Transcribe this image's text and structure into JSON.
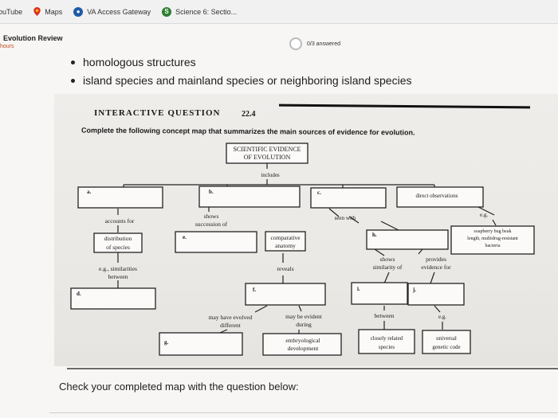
{
  "bookmarks": [
    {
      "label": "ouTube",
      "icon": "youtube-icon"
    },
    {
      "label": "Maps",
      "icon": "map-pin-icon"
    },
    {
      "label": "VA Access Gateway",
      "icon": "lock-icon"
    },
    {
      "label": "Science 6: Sectio...",
      "icon": "s-badge-icon"
    }
  ],
  "header": {
    "title": "Evolution Review",
    "subtitle": "hours",
    "progress": "0/3 answered"
  },
  "bullets": [
    "homologous structures",
    "island species and mainland species or neighboring island species"
  ],
  "question": {
    "heading": "INTERACTIVE QUESTION",
    "number": "22.4",
    "instruction": "Complete the following concept map that summarizes the main sources of evidence for evolution."
  },
  "concept_map": {
    "root_line1": "SCIENTIFIC EVIDENCE",
    "root_line2": "OF EVOLUTION",
    "includes": "includes",
    "blank_a": "a.",
    "blank_b": "b.",
    "blank_c": "c.",
    "direct_observations": "direct observations",
    "accounts_for": "accounts for",
    "shows_succession_1": "shows",
    "shows_succession_2": "succession of",
    "seen_with": "seen with",
    "eg_top": "e.g.",
    "distribution_1": "distribution",
    "distribution_2": "of species",
    "blank_e": "e.",
    "comparative_1": "comparative",
    "comparative_2": "anatomy",
    "blank_h": "h.",
    "soapberry_1": "soapberry bug beak",
    "soapberry_2": "length, multidrug-resistant",
    "soapberry_3": "bacteria",
    "eg_similarities_1": "e.g., similarities",
    "eg_similarities_2": "between",
    "reveals": "reveals",
    "shows_similarity_1": "shows",
    "shows_similarity_2": "similarity of",
    "provides_1": "provides",
    "provides_2": "evidence for",
    "blank_d": "d.",
    "blank_f": "f.",
    "blank_i": "i.",
    "blank_j": "j.",
    "may_have_evolved_1": "may have evolved",
    "may_have_evolved_2": "different",
    "may_be_evident_1": "may be evident",
    "may_be_evident_2": "during",
    "between": "between",
    "eg_bottom": "e.g.",
    "blank_g": "g.",
    "embryological_1": "embryological",
    "embryological_2": "development",
    "closely_related_1": "closely related",
    "closely_related_2": "species",
    "universal_1": "universal",
    "universal_2": "genetic code"
  },
  "footer": {
    "prompt": "Check your completed map with the question below:"
  },
  "colors": {
    "accent_orange": "#c44a1e",
    "maps_red": "#d93025",
    "badge_green": "#2e7d32",
    "lock_blue": "#1e5aa8"
  }
}
